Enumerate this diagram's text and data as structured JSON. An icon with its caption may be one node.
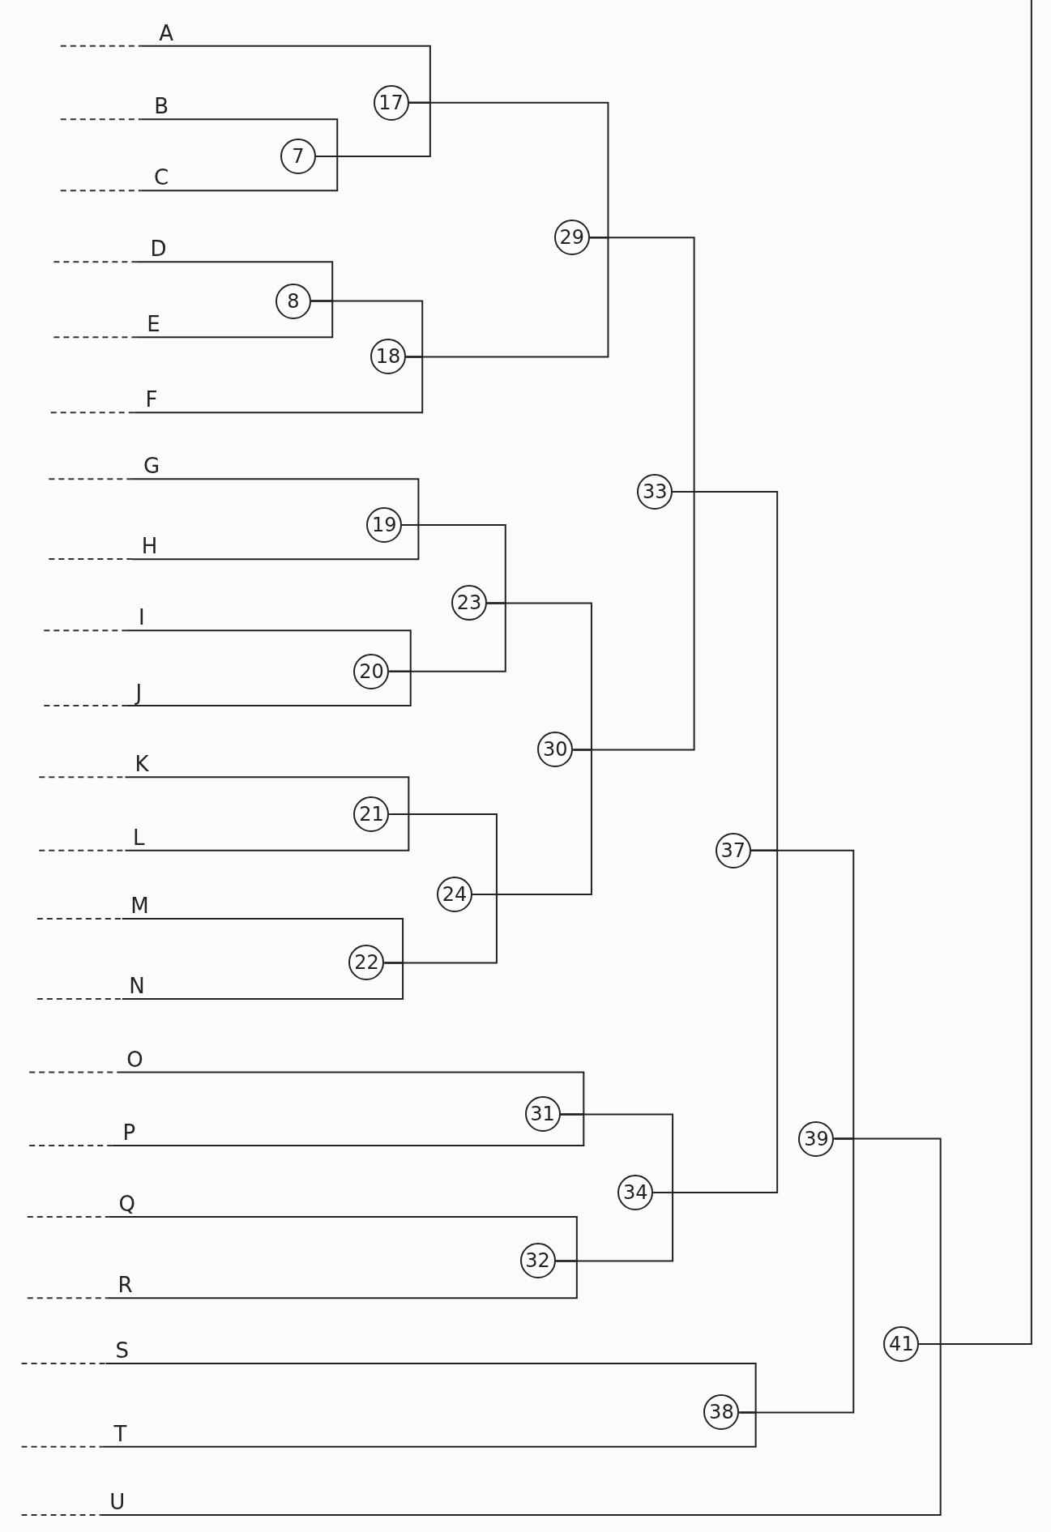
{
  "diagram": {
    "nodes": [
      {
        "text": [
          "A"
        ]
      },
      {
        "text": [
          "B"
        ]
      },
      {
        "text": [
          "C"
        ]
      },
      {
        "text": [
          "D"
        ]
      },
      {
        "text": [
          "E"
        ]
      },
      {
        "text": [
          "F"
        ]
      },
      {
        "text": [
          "G"
        ]
      },
      {
        "text": [
          "H"
        ]
      },
      {
        "text": [
          "I"
        ]
      },
      {
        "text": [
          "J"
        ]
      },
      {
        "text": [
          "K"
        ]
      },
      {
        "text": [
          "L"
        ]
      },
      {
        "text": [
          "M"
        ]
      },
      {
        "text": [
          "N"
        ]
      },
      {
        "text": [
          "O"
        ]
      },
      {
        "text": [
          "P"
        ]
      },
      {
        "text": [
          "Q"
        ]
      },
      {
        "text": [
          "R"
        ]
      },
      {
        "text": [
          "S"
        ]
      },
      {
        "text": [
          "T"
        ]
      },
      {
        "text": [
          "U"
        ]
      },
      {
        "text": [
          "7"
        ]
      },
      {
        "text": [
          "17"
        ]
      },
      {
        "text": [
          "8"
        ]
      },
      {
        "text": [
          "18"
        ]
      },
      {
        "text": [
          "29"
        ]
      },
      {
        "text": [
          "19"
        ]
      },
      {
        "text": [
          "20"
        ]
      },
      {
        "text": [
          "23"
        ]
      },
      {
        "text": [
          "21"
        ]
      },
      {
        "text": [
          "22"
        ]
      },
      {
        "text": [
          "24"
        ]
      },
      {
        "text": [
          "30"
        ]
      },
      {
        "text": [
          "33"
        ]
      },
      {
        "text": [
          "31"
        ]
      },
      {
        "text": [
          "32"
        ]
      },
      {
        "text": [
          "34"
        ]
      },
      {
        "text": [
          "37"
        ]
      },
      {
        "text": [
          "38"
        ]
      },
      {
        "text": [
          "39"
        ]
      },
      {
        "text": [
          "41"
        ]
      }
    ],
    "edges": [
      {
        "from": 0,
        "to": 22,
        "arrow": "none"
      },
      {
        "from": 1,
        "to": 21,
        "arrow": "none"
      },
      {
        "from": 2,
        "to": 21,
        "arrow": "none"
      },
      {
        "from": 21,
        "to": 22,
        "arrow": "none"
      },
      {
        "from": 3,
        "to": 23,
        "arrow": "none"
      },
      {
        "from": 4,
        "to": 23,
        "arrow": "none"
      },
      {
        "from": 23,
        "to": 24,
        "arrow": "none"
      },
      {
        "from": 5,
        "to": 24,
        "arrow": "none"
      },
      {
        "from": 22,
        "to": 25,
        "arrow": "none"
      },
      {
        "from": 24,
        "to": 25,
        "arrow": "none"
      },
      {
        "from": 6,
        "to": 26,
        "arrow": "none"
      },
      {
        "from": 7,
        "to": 26,
        "arrow": "none"
      },
      {
        "from": 8,
        "to": 27,
        "arrow": "none"
      },
      {
        "from": 9,
        "to": 27,
        "arrow": "none"
      },
      {
        "from": 26,
        "to": 28,
        "arrow": "none"
      },
      {
        "from": 27,
        "to": 28,
        "arrow": "none"
      },
      {
        "from": 10,
        "to": 29,
        "arrow": "none"
      },
      {
        "from": 11,
        "to": 29,
        "arrow": "none"
      },
      {
        "from": 12,
        "to": 30,
        "arrow": "none"
      },
      {
        "from": 13,
        "to": 30,
        "arrow": "none"
      },
      {
        "from": 29,
        "to": 31,
        "arrow": "none"
      },
      {
        "from": 30,
        "to": 31,
        "arrow": "none"
      },
      {
        "from": 28,
        "to": 32,
        "arrow": "none"
      },
      {
        "from": 31,
        "to": 32,
        "arrow": "none"
      },
      {
        "from": 25,
        "to": 33,
        "arrow": "none"
      },
      {
        "from": 32,
        "to": 33,
        "arrow": "none"
      },
      {
        "from": 14,
        "to": 34,
        "arrow": "none"
      },
      {
        "from": 15,
        "to": 34,
        "arrow": "none"
      },
      {
        "from": 16,
        "to": 35,
        "arrow": "none"
      },
      {
        "from": 17,
        "to": 35,
        "arrow": "none"
      },
      {
        "from": 34,
        "to": 36,
        "arrow": "none"
      },
      {
        "from": 35,
        "to": 36,
        "arrow": "none"
      },
      {
        "from": 33,
        "to": 37,
        "arrow": "none"
      },
      {
        "from": 36,
        "to": 37,
        "arrow": "none"
      },
      {
        "from": 18,
        "to": 38,
        "arrow": "none"
      },
      {
        "from": 19,
        "to": 38,
        "arrow": "none"
      },
      {
        "from": 37,
        "to": 39,
        "arrow": "none"
      },
      {
        "from": 38,
        "to": 39,
        "arrow": "none"
      },
      {
        "from": 39,
        "to": 40,
        "arrow": "none"
      },
      {
        "from": 20,
        "to": 40,
        "arrow": "none"
      },
      {
        "from": 40,
        "to": null,
        "arrow": "none"
      }
    ]
  }
}
